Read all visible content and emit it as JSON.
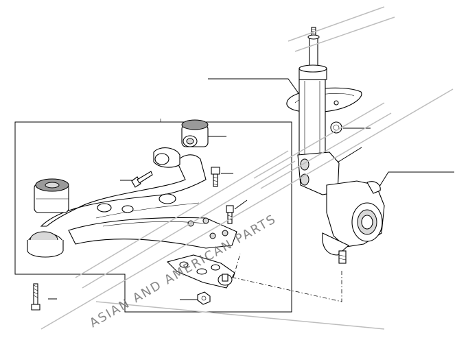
{
  "diagram": {
    "watermark": {
      "brand": "",
      "tagline": "ASIAN AND AMERICAN PARTS"
    },
    "parts": [
      {
        "name": "shock-absorber-strut",
        "icon": "strut-icon"
      },
      {
        "name": "steering-knuckle",
        "icon": "knuckle-icon"
      },
      {
        "name": "lower-control-arm",
        "icon": "control-arm-icon"
      },
      {
        "name": "ball-joint",
        "icon": "ball-joint-icon"
      },
      {
        "name": "rear-bushing",
        "icon": "bushing-icon"
      },
      {
        "name": "front-bushing",
        "icon": "bushing-icon"
      },
      {
        "name": "bolts",
        "icon": "bolt-icon"
      },
      {
        "name": "nut",
        "icon": "nut-icon"
      }
    ]
  }
}
